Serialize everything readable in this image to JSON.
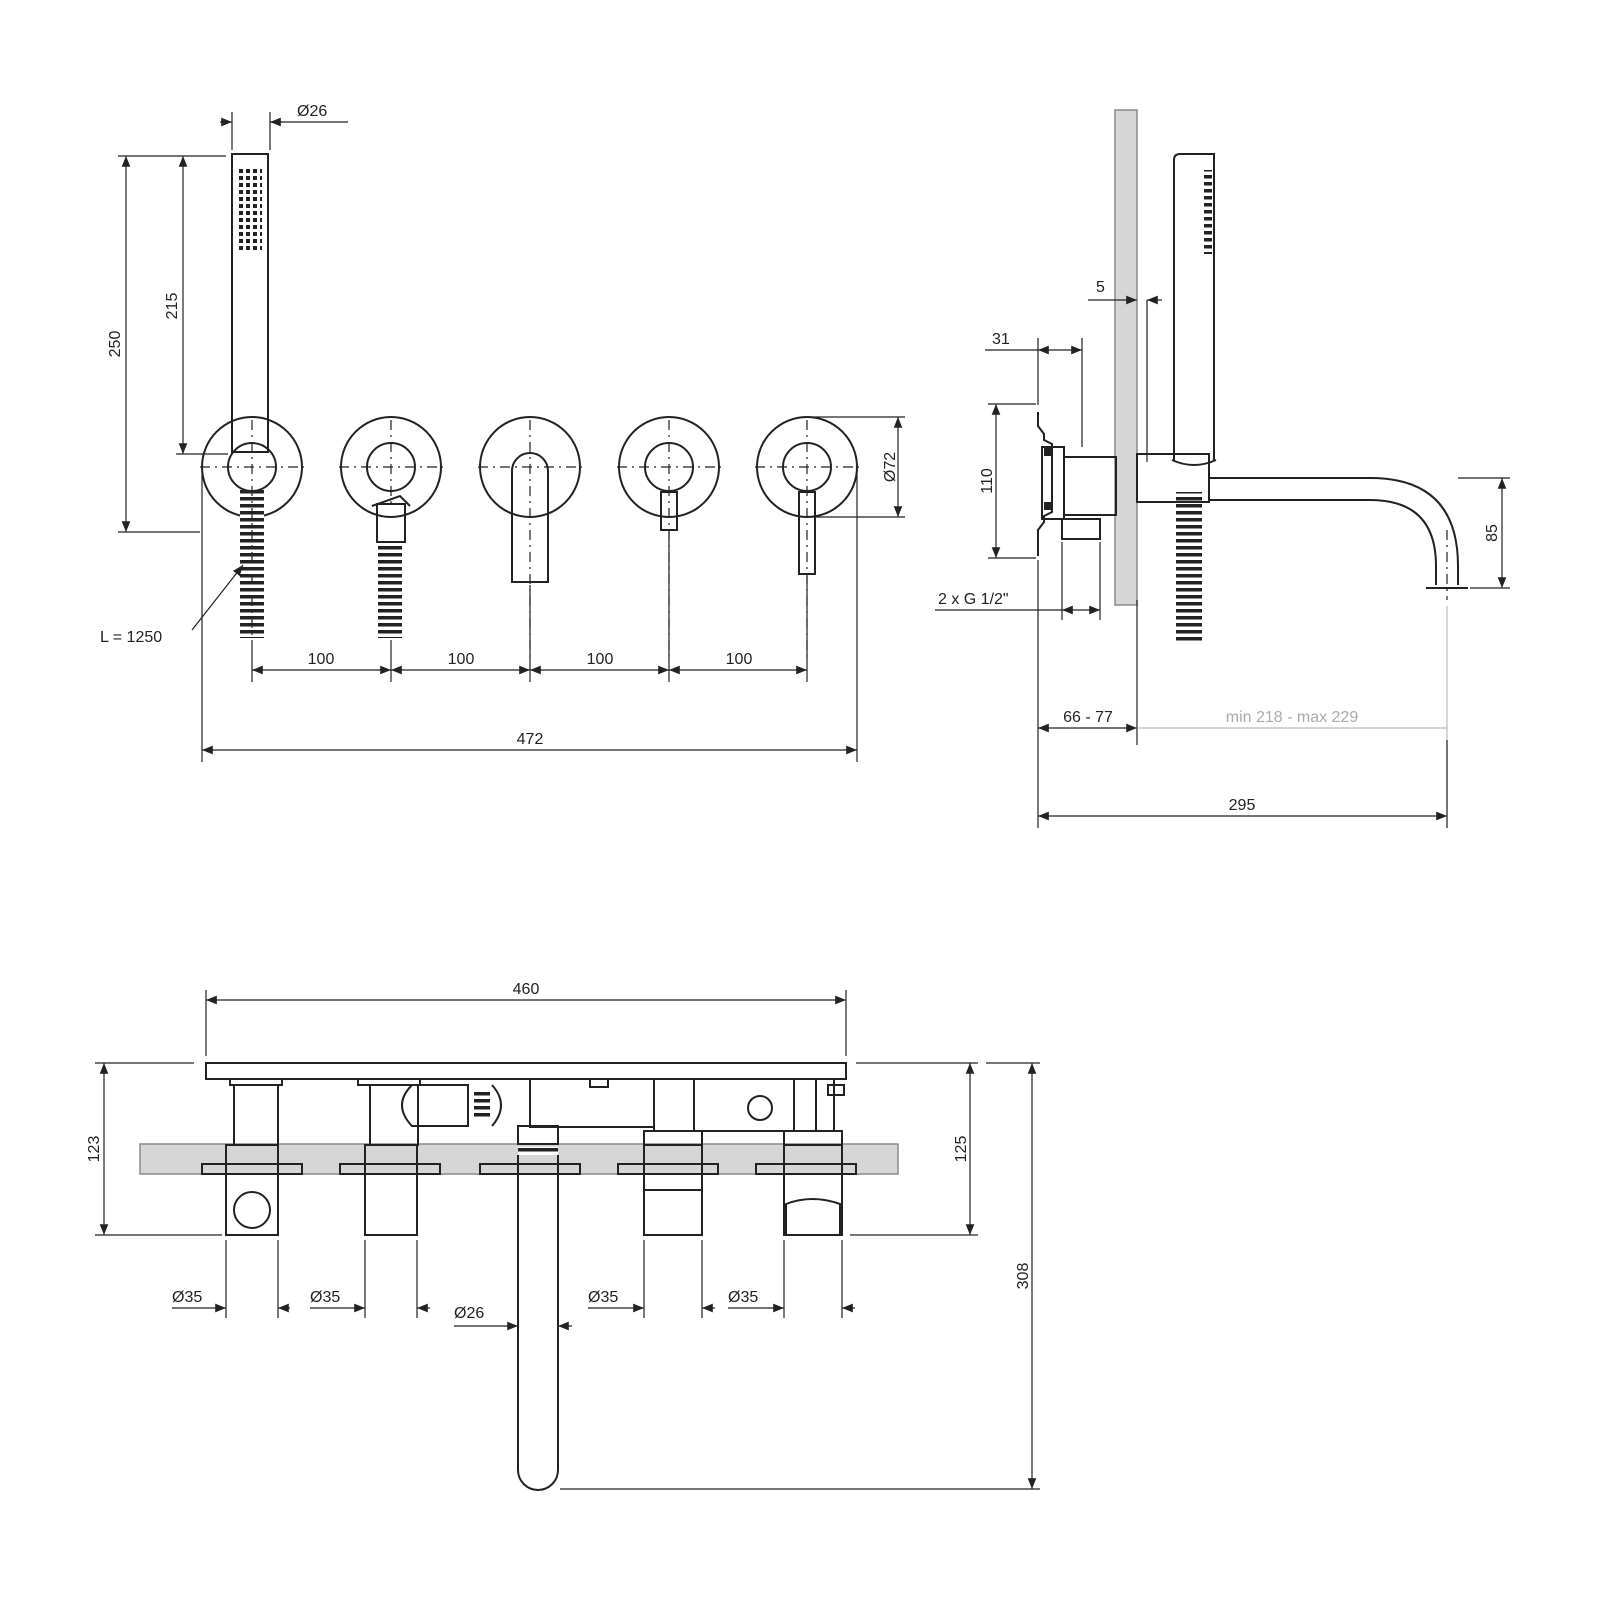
{
  "front_view": {
    "handshower_diameter": "Ø26",
    "dim_250": "250",
    "dim_215": "215",
    "flange_diameter": "Ø72",
    "hose_length": "L = 1250",
    "spacing": [
      "100",
      "100",
      "100",
      "100"
    ],
    "overall_width": "472"
  },
  "side_view": {
    "dim_5": "5",
    "dim_31": "31",
    "dim_110": "110",
    "dim_85": "85",
    "connection": "2 x G 1/2\"",
    "dim_66_77": "66 - 77",
    "spout_range": "min 218 - max 229",
    "dim_295": "295"
  },
  "top_view": {
    "dim_460": "460",
    "dim_123": "123",
    "dim_125": "125",
    "dim_308": "308",
    "body_diameters": [
      "Ø35",
      "Ø35",
      "Ø35",
      "Ø35"
    ],
    "spout_diameter": "Ø26"
  },
  "colors": {
    "line": "#222222",
    "wall": "#d6d6d6",
    "muted": "#aaaaaa"
  }
}
